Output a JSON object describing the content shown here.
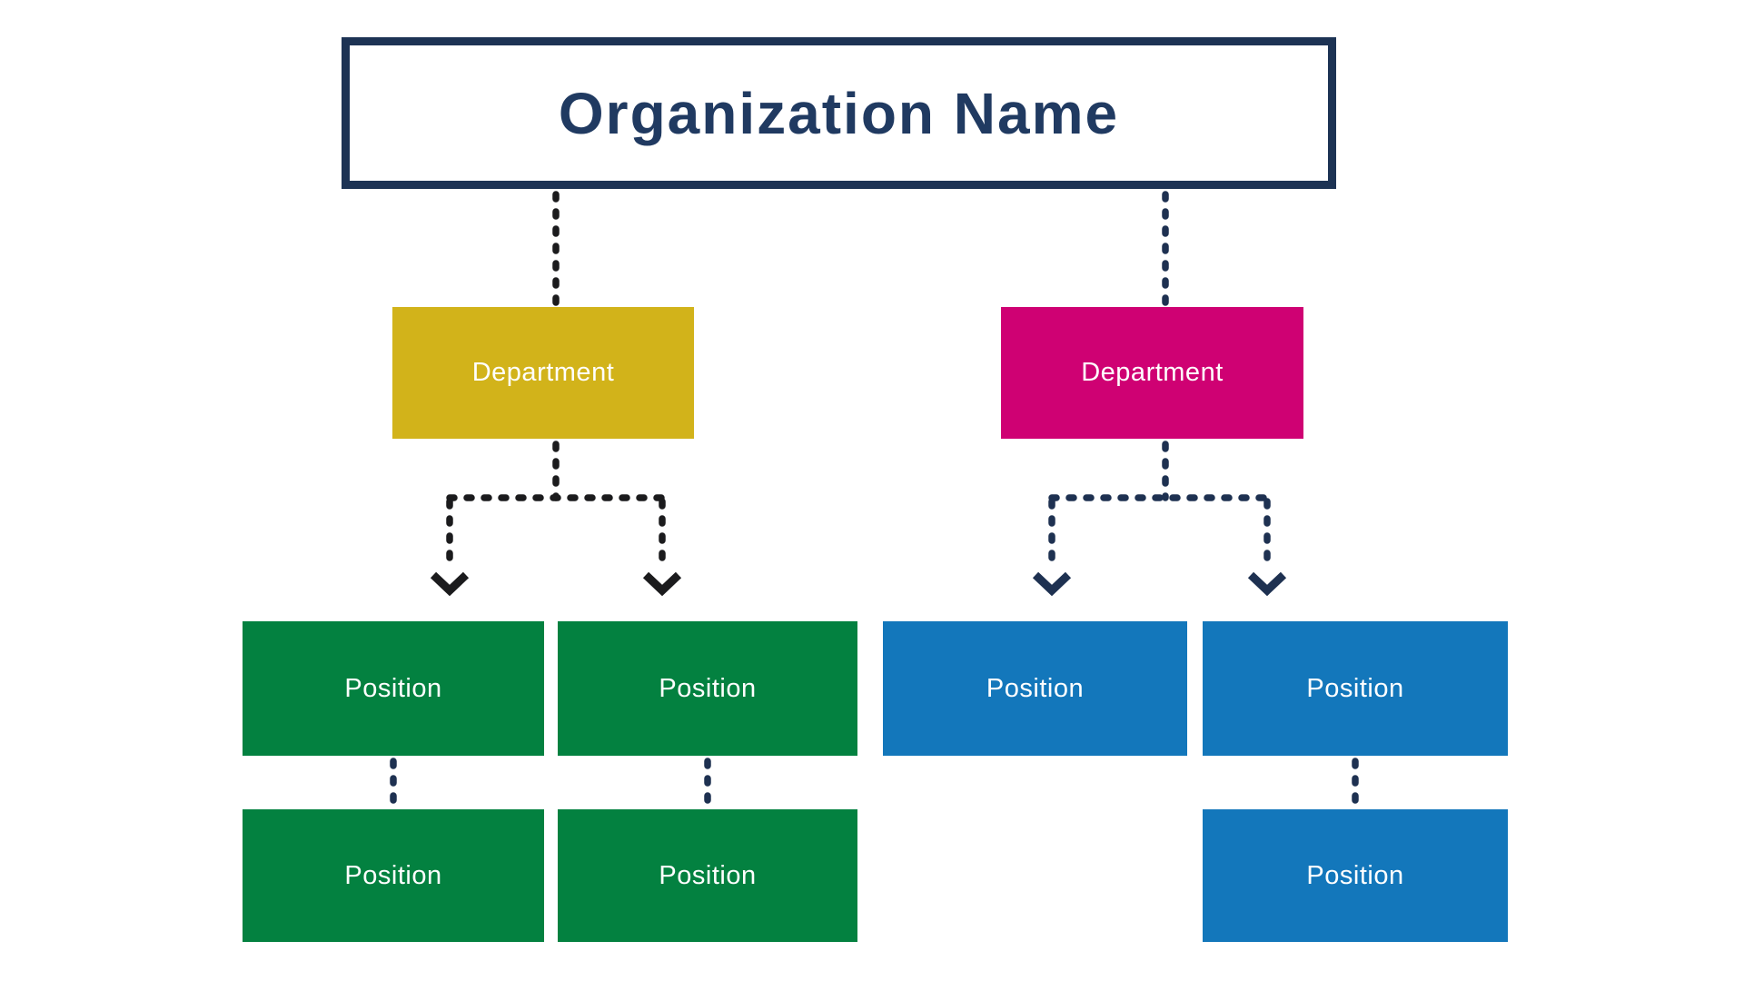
{
  "org_chart": {
    "root": {
      "label": "Organization Name"
    },
    "branches": [
      {
        "department": {
          "label": "Department",
          "color": "#d2b31a"
        },
        "position_color": "#038140",
        "positions": [
          {
            "label": "Position",
            "subordinate": {
              "label": "Position"
            }
          },
          {
            "label": "Position",
            "subordinate": {
              "label": "Position"
            }
          }
        ]
      },
      {
        "department": {
          "label": "Department",
          "color": "#cf0173"
        },
        "position_color": "#1377bb",
        "positions": [
          {
            "label": "Position"
          },
          {
            "label": "Position",
            "subordinate": {
              "label": "Position"
            }
          }
        ]
      }
    ]
  },
  "connectors": {
    "style": "dotted",
    "left_color": "#1b1b1d",
    "right_color": "#1e3151"
  },
  "colors": {
    "background": "#ffffff",
    "title_border": "#1d3354",
    "title_text": "#203a61",
    "box_text": "#ffffff"
  }
}
